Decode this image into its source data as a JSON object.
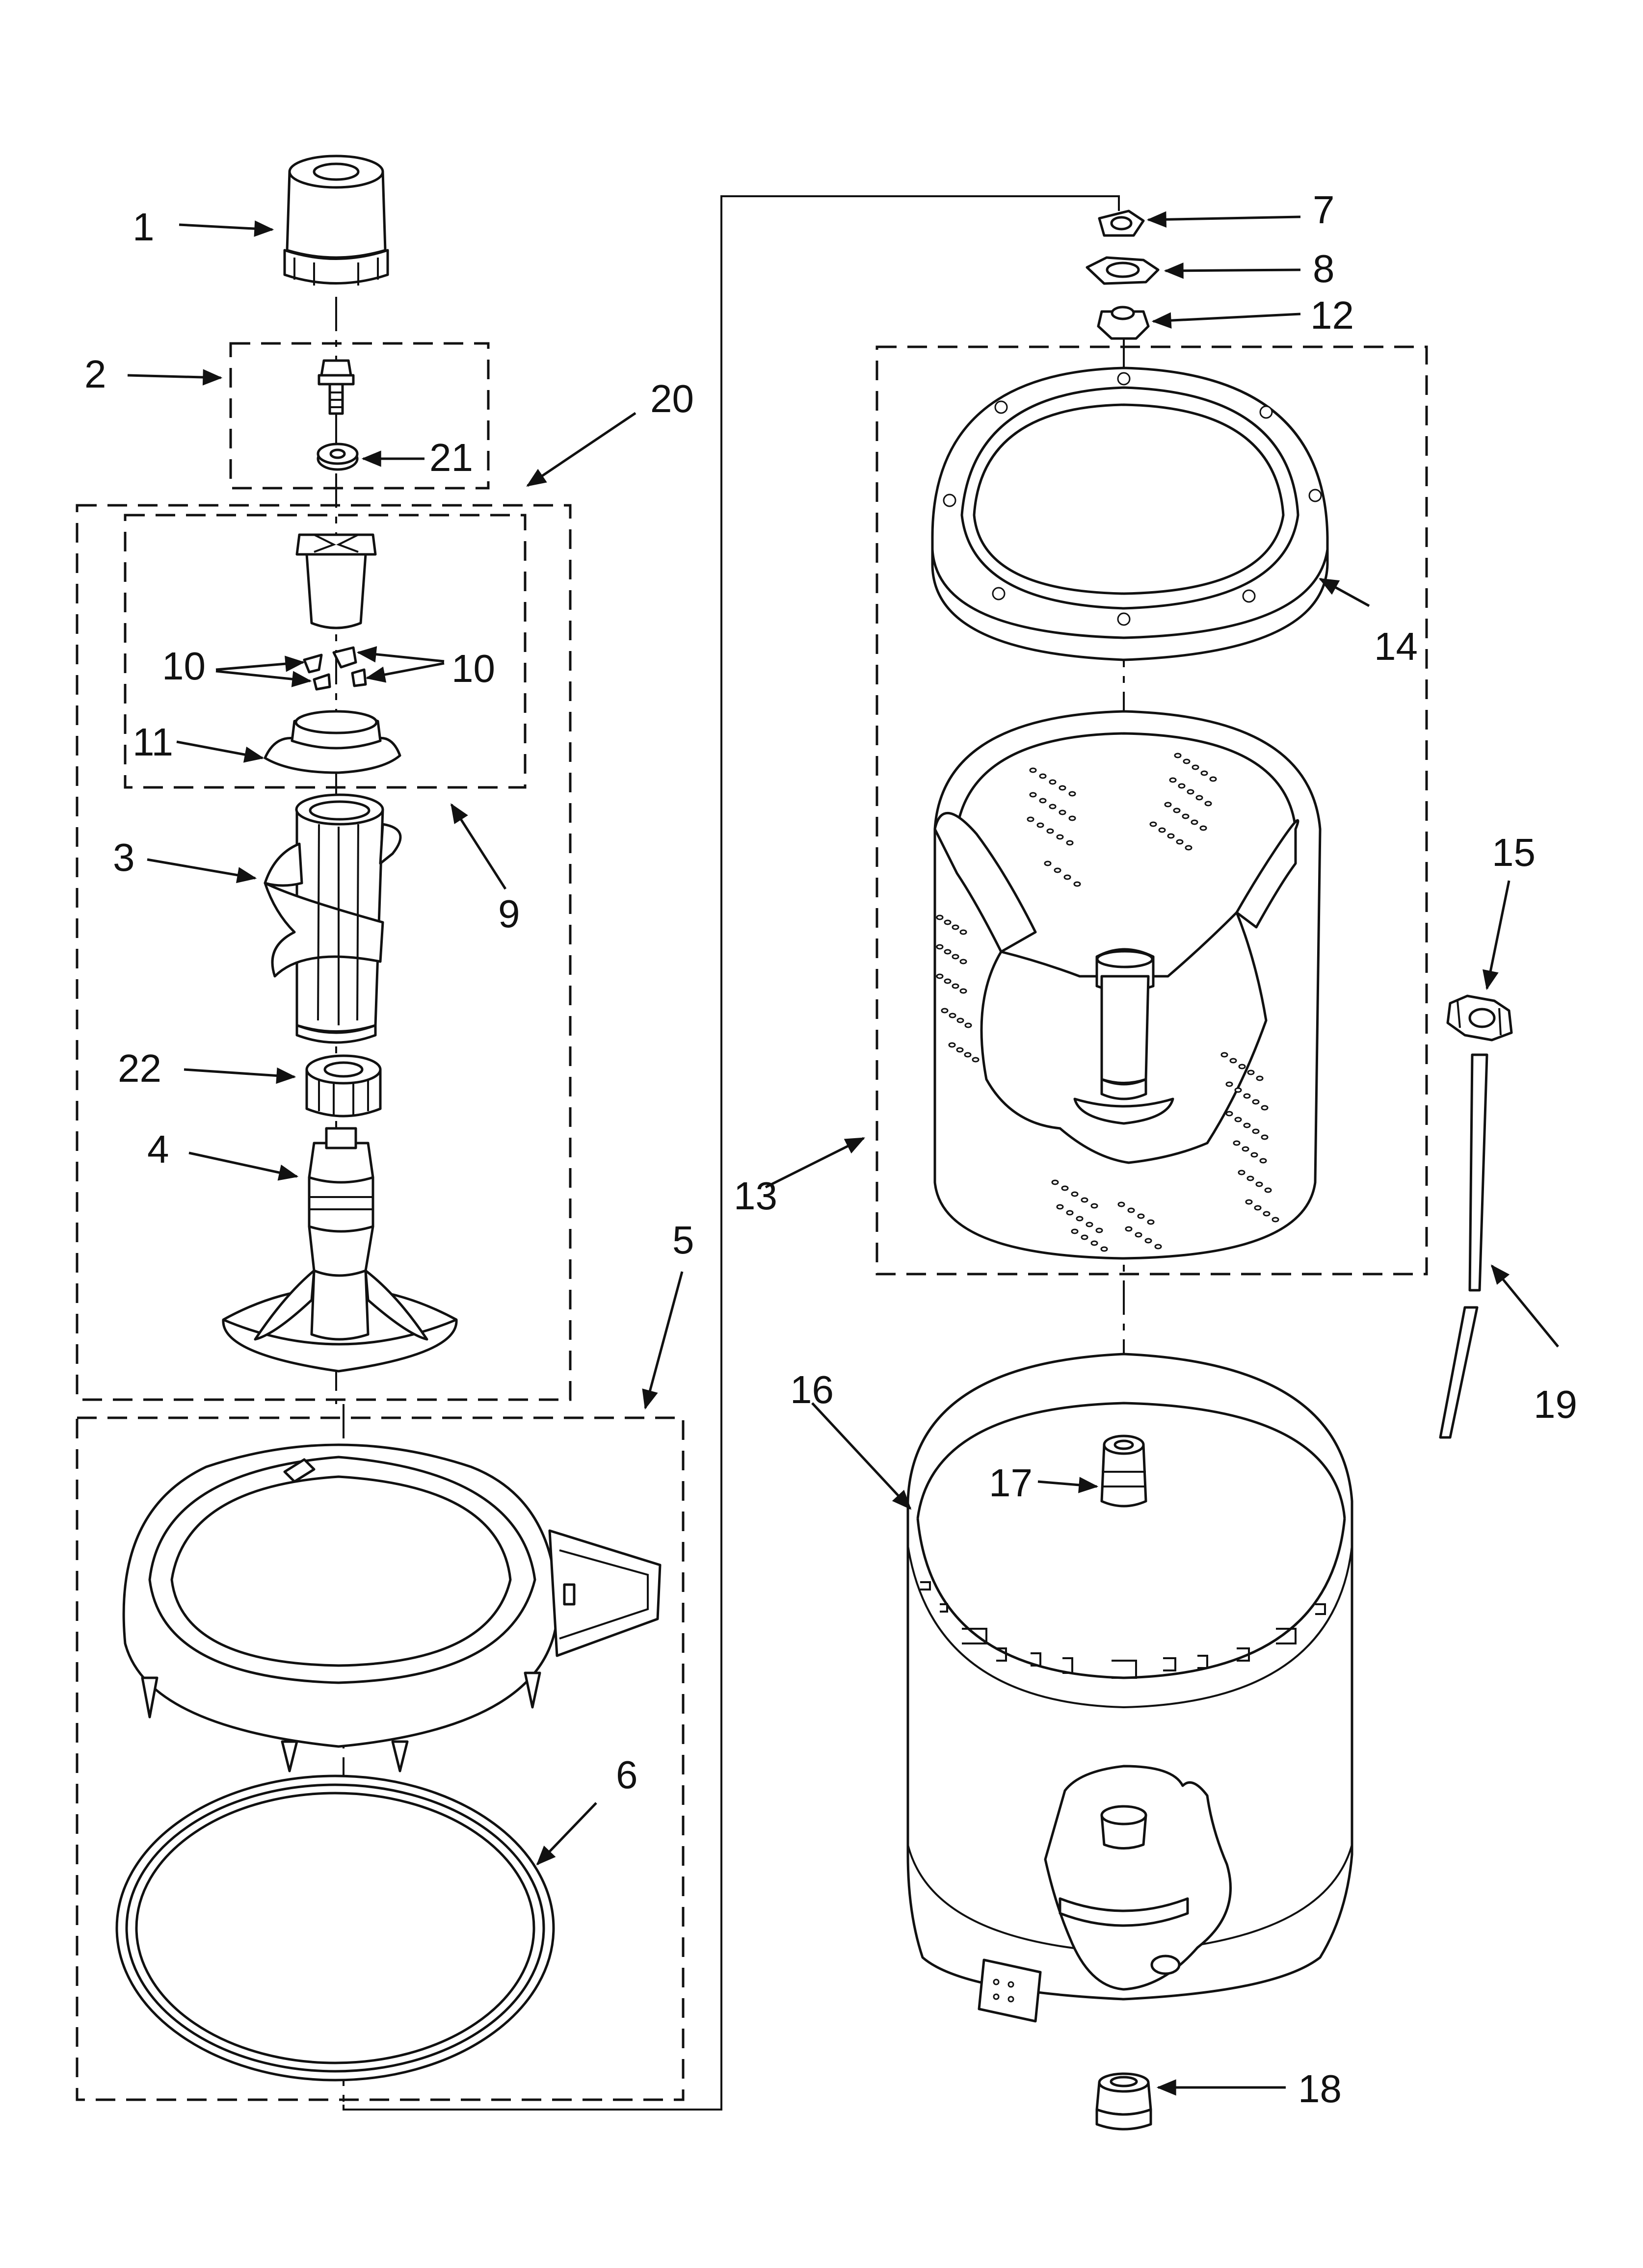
{
  "diagram": {
    "labels": {
      "p1": "1",
      "p2": "2",
      "p3": "3",
      "p4": "4",
      "p5": "5",
      "p6": "6",
      "p7": "7",
      "p8": "8",
      "p9": "9",
      "p10a": "10",
      "p10b": "10",
      "p11": "11",
      "p12": "12",
      "p13": "13",
      "p14": "14",
      "p15": "15",
      "p16": "16",
      "p17": "17",
      "p18": "18",
      "p19": "19",
      "p20": "20",
      "p21": "21",
      "p22": "22"
    }
  }
}
